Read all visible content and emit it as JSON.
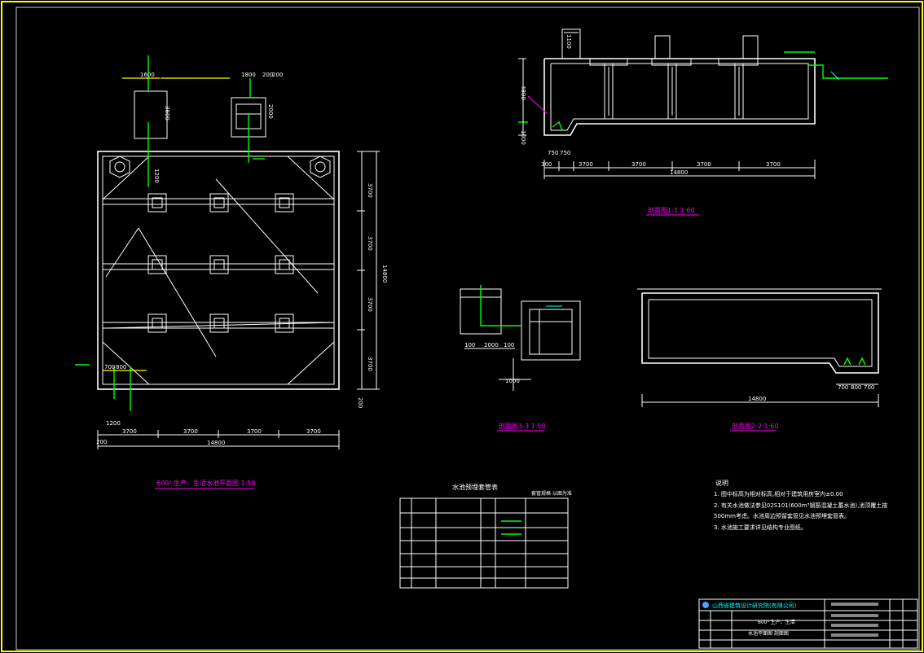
{
  "colors": {
    "background": "#000000",
    "frame": "#ffff00",
    "lines": "#ffffff",
    "pipe": "#00ff00",
    "label": "#ff00ff",
    "annotation": "#00ffff"
  },
  "plan": {
    "title": "600³ 生产、生活水池平面图 1:50",
    "dims_bottom": [
      "3700",
      "3700",
      "3700",
      "3700"
    ],
    "total_bottom": "14800",
    "dims_right": [
      "3700",
      "3700",
      "3700",
      "3700"
    ],
    "total_right": "14800",
    "edge_left": "200",
    "edge_right": "200",
    "top_dims": [
      "1600",
      "1800",
      "200",
      "200"
    ],
    "valve_dims": [
      "3600",
      "2000"
    ],
    "label_1200": "1200",
    "bottom_small": [
      "700",
      "800"
    ],
    "bottom_small_2": "1200"
  },
  "section11": {
    "title": "剖面图1-1 1:60",
    "dims_bottom": [
      "750",
      "750",
      "3700",
      "3700",
      "3700",
      "3700"
    ],
    "total": "14800",
    "left_dims": [
      "4800",
      "1000"
    ],
    "top_dim": "1100",
    "bottom_small": "300"
  },
  "section22": {
    "title": "剖面图2-2 1:60",
    "total": "14800",
    "small_dims": [
      "700",
      "800",
      "700"
    ]
  },
  "section33": {
    "title": "剖面图3-3 1:50",
    "dims": [
      "100",
      "2000",
      "100"
    ],
    "bottom": "1000"
  },
  "table": {
    "title": "水池预埋套管表",
    "side_note": "套管规格 以图为准"
  },
  "notes": {
    "heading": "说明",
    "items": [
      "1. 图中标高为相对标高,相对于建筑用房室内±0.00",
      "2. 有关水池做法参见02S101(600m³钢筋混凝土蓄水池),池顶覆土按",
      "    500mm考虑。水池周边预留套管见水池预埋套管表。",
      "3. 水池施工要求详见结构专业图纸。"
    ]
  },
  "titleblock": {
    "company": "山西省建筑设计研究院(有限公司)",
    "project_line1": "600³ 生产、生活",
    "project_line2": "水池平面图 剖面图"
  }
}
